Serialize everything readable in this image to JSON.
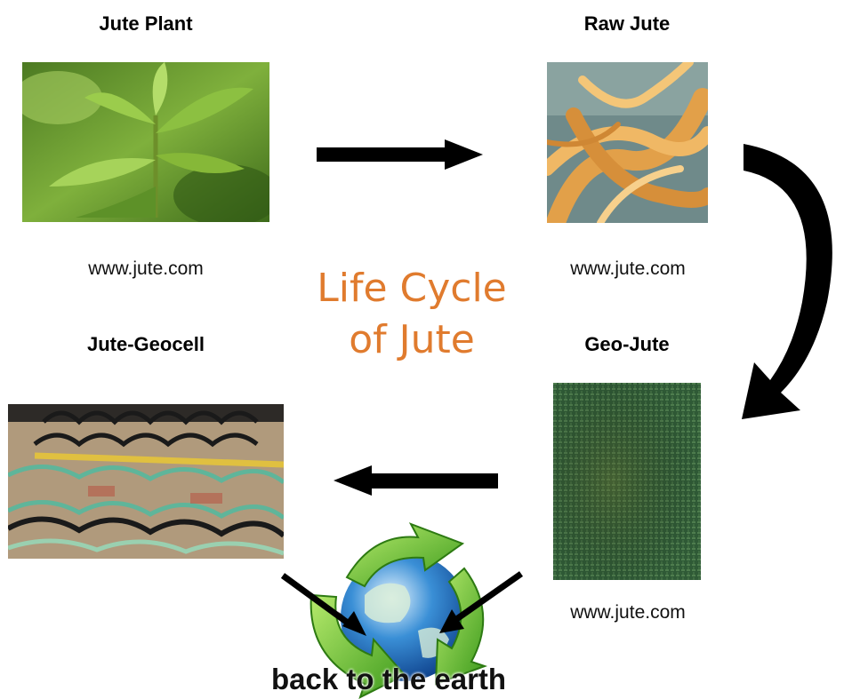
{
  "stages": {
    "jute_plant": {
      "title": "Jute Plant",
      "credit": "www.jute.com"
    },
    "raw_jute": {
      "title": "Raw Jute",
      "credit": "www.jute.com"
    },
    "geo_jute": {
      "title": "Geo-Jute",
      "credit": "www.jute.com"
    },
    "jute_geocell": {
      "title": "Jute-Geocell"
    }
  },
  "center_title": {
    "line1": "Life Cycle",
    "line2": "of Jute"
  },
  "footer": "back to the earth",
  "colors": {
    "title": "#e07b2e",
    "arrow": "#000000",
    "recycle_green": "#5cbf2a"
  },
  "icons": {
    "arrows": "black-arrow-icon",
    "recycle": "recycle-globe-icon"
  }
}
